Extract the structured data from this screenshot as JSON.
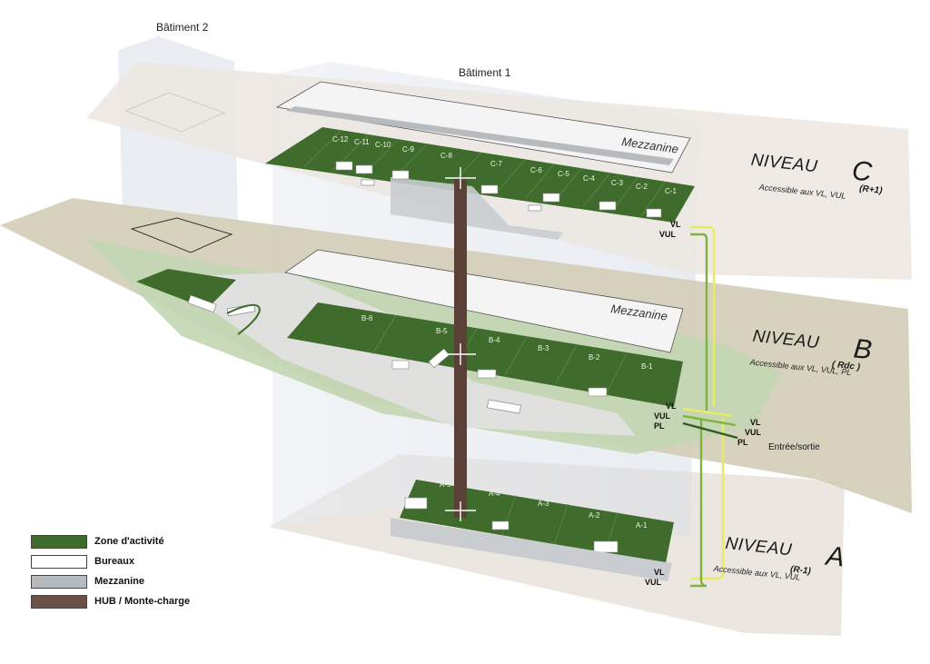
{
  "buildings": {
    "building_2": "Bâtiment 2",
    "building_1": "Bâtiment 1"
  },
  "levels": {
    "c": {
      "word": "NIVEAU",
      "letter": "C",
      "floor": "(R+1)",
      "access": "Accessible aux VL, VUL",
      "mezzanine": "Mezzanine",
      "units": [
        "C-12",
        "C-11",
        "C-10",
        "C-9",
        "C-8",
        "C-7",
        "C-6",
        "C-5",
        "C-4",
        "C-3",
        "C-2",
        "C-1"
      ],
      "roads": [
        "VL",
        "VUL"
      ]
    },
    "b": {
      "word": "NIVEAU",
      "letter": "B",
      "floor": "( Rdc )",
      "access": "Accessible aux VL, VUL, PL",
      "mezzanine": "Mezzanine",
      "units": [
        "B-6",
        "B-5",
        "B-4",
        "B-3",
        "B-2",
        "B-1"
      ],
      "roads_in": [
        "VL",
        "VUL",
        "PL"
      ],
      "roads_out": [
        "VL",
        "VUL",
        "PL"
      ],
      "entry": "Entrée/sortie"
    },
    "a": {
      "word": "NIVEAU",
      "letter": "A",
      "floor": "(R-1)",
      "access": "Accessible aux VL, VUL",
      "units": [
        "A-5",
        "A-4",
        "A-3",
        "A-2",
        "A-1"
      ],
      "roads": [
        "VL",
        "VUL"
      ]
    }
  },
  "legend": [
    {
      "label": "Zone d'activité",
      "color": "#3f6b2c"
    },
    {
      "label": "Bureaux",
      "color": "#ffffff"
    },
    {
      "label": "Mezzanine",
      "color": "#b8bbbe"
    },
    {
      "label": "HUB / Monte-charge",
      "color": "#6b5248"
    }
  ],
  "colors": {
    "activity": "#3f6b2c",
    "mezzanine": "#b8bbbe",
    "hub": "#5a4036",
    "slab": "#ece6e0",
    "ground": "#d3cdb7",
    "green_route": "#7fb241",
    "yellow_route": "#e8ec62",
    "dark_route": "#2f5d1f"
  }
}
